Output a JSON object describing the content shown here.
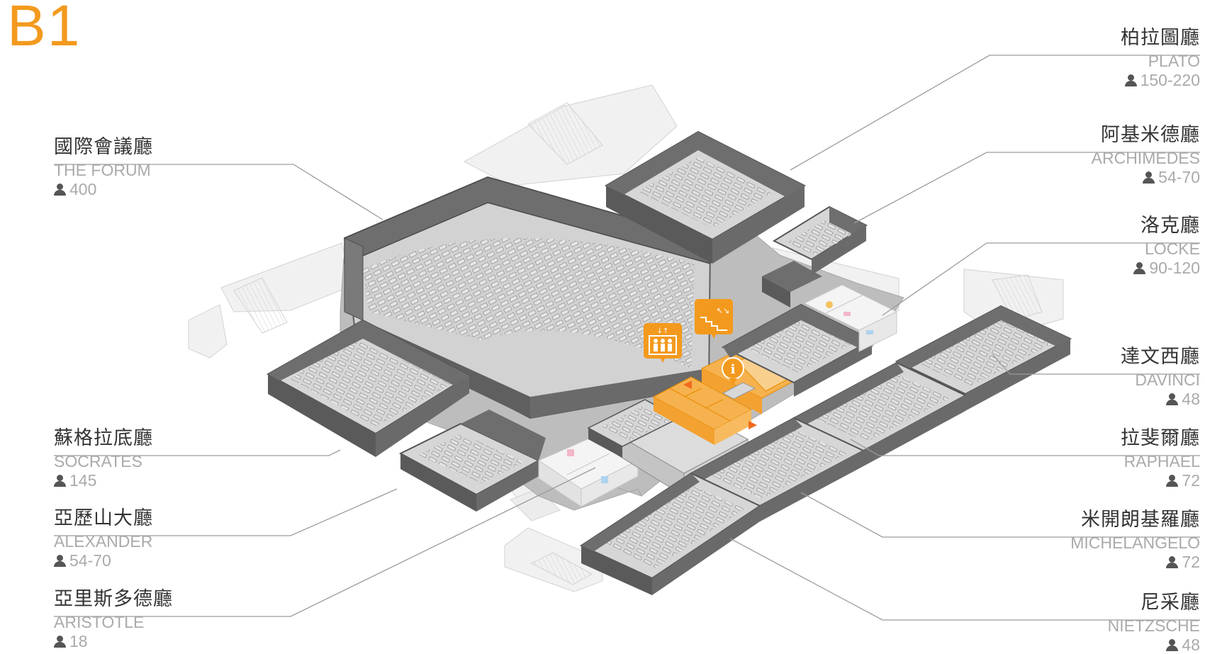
{
  "floor": "B1",
  "colors": {
    "accent": "#f39a1e",
    "room_dark": "#6e6e6e",
    "corridor": "#bdbdbd",
    "leader": "#a0a0a0"
  },
  "icons": [
    "elevator-icon",
    "escalator-icon",
    "info-icon",
    "restroom-icon",
    "accessible-icon",
    "person-icon"
  ],
  "rooms_left": [
    {
      "id": "forum",
      "zh": "國際會議廳",
      "en": "THE FORUM",
      "capacity": "400"
    },
    {
      "id": "socrates",
      "zh": "蘇格拉底廳",
      "en": "SOCRATES",
      "capacity": "145"
    },
    {
      "id": "alexander",
      "zh": "亞歷山大廳",
      "en": "ALEXANDER",
      "capacity": "54-70"
    },
    {
      "id": "aristotle",
      "zh": "亞里斯多德廳",
      "en": "ARISTOTLE",
      "capacity": "18"
    }
  ],
  "rooms_right": [
    {
      "id": "plato",
      "zh": "柏拉圖廳",
      "en": "PLATO",
      "capacity": "150-220"
    },
    {
      "id": "archimedes",
      "zh": "阿基米德廳",
      "en": "ARCHIMEDES",
      "capacity": "54-70"
    },
    {
      "id": "locke",
      "zh": "洛克廳",
      "en": "LOCKE",
      "capacity": "90-120"
    },
    {
      "id": "davinci",
      "zh": "達文西廳",
      "en": "DAVINCI",
      "capacity": "48"
    },
    {
      "id": "raphael",
      "zh": "拉斐爾廳",
      "en": "RAPHAEL",
      "capacity": "72"
    },
    {
      "id": "michelangelo",
      "zh": "米開朗基羅廳",
      "en": "MICHELANGELO",
      "capacity": "72"
    },
    {
      "id": "nietzsche",
      "zh": "尼采廳",
      "en": "NIETZSCHE",
      "capacity": "48"
    }
  ]
}
